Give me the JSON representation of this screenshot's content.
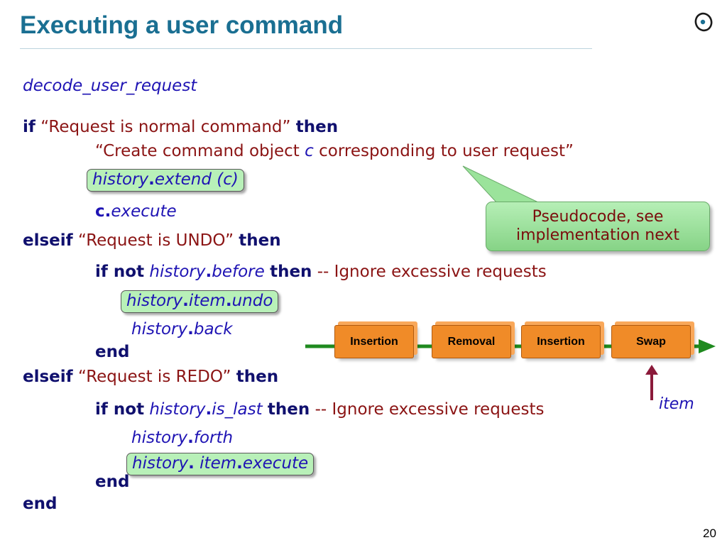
{
  "title": "Executing a user command",
  "page_number": "20",
  "code": {
    "l1": "decode_user_request",
    "l2_if": "if",
    "l2_str": "“Request is normal command”",
    "l2_then": "then",
    "l3": "“Create command object",
    "l3_c": "c",
    "l3_rest": "corresponding to user request”",
    "l4_a": "history",
    "l4_b": "extend",
    "l4_c": "(c)",
    "l5_a": "c",
    "l5_b": "execute",
    "l6_kw": "elseif",
    "l6_str": "“Request is UNDO”",
    "l6_then": "then",
    "l7_if": "if not",
    "l7_a": "history",
    "l7_b": "before",
    "l7_then": "then",
    "l7_cmt": "-- Ignore excessive requests",
    "l8_a": "history",
    "l8_b": "item",
    "l8_c": "undo",
    "l9_a": "history",
    "l9_b": "back",
    "l10": "end",
    "l11_kw": "elseif",
    "l11_str": "“Request is REDO”",
    "l11_then": "then",
    "l12_if": "if not",
    "l12_a": "history",
    "l12_b": "is_last",
    "l12_then": "then",
    "l12_cmt": "-- Ignore excessive requests",
    "l13_a": "history",
    "l13_b": "forth",
    "l14_a": "history",
    "l14_b": "item",
    "l14_c": "execute",
    "l15": "end",
    "l16": "end"
  },
  "callout": {
    "line1": "Pseudocode, see",
    "line2": "implementation next"
  },
  "diagram": {
    "boxes": [
      "Insertion",
      "Removal",
      "Insertion",
      "Swap"
    ],
    "pointer_label": "item"
  },
  "colors": {
    "title": "#1a6f92",
    "keyword": "#10106e",
    "string": "#8b1414",
    "identifier": "#1f14b4",
    "highlight": "#b8f0b8",
    "box": "#f08b28",
    "arrow": "#1f8a1f",
    "pointer": "#8b1a3a"
  }
}
